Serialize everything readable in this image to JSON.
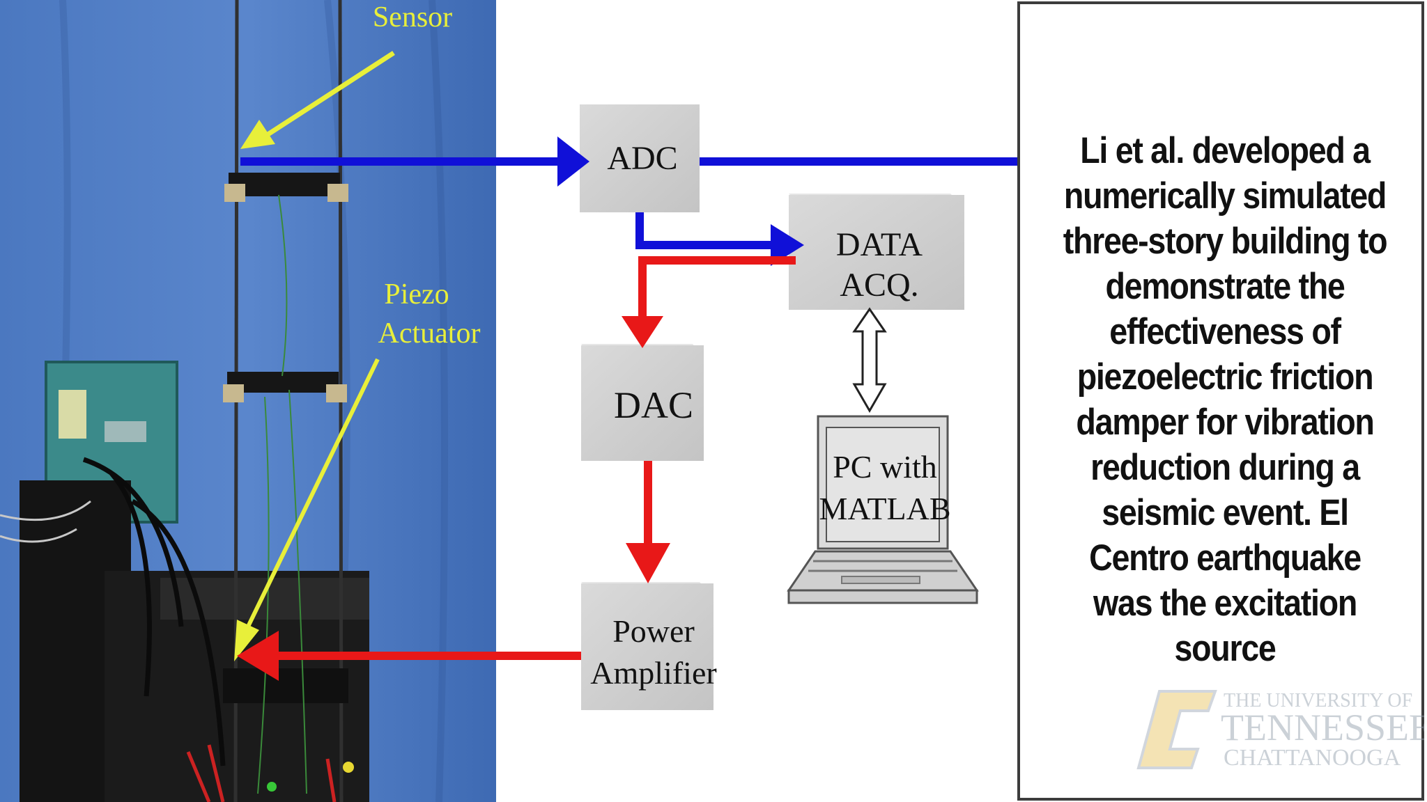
{
  "photo": {
    "labels": {
      "sensor": "Sensor",
      "piezo_line1": "Piezo",
      "piezo_line2": "Actuator"
    }
  },
  "diagram": {
    "boxes": {
      "adc": [
        "ADC"
      ],
      "data_acq": [
        "DATA",
        "ACQ."
      ],
      "dac": [
        "DAC"
      ],
      "power_amp": [
        "Power",
        "Amplifier"
      ],
      "pc": [
        "PC with",
        "MATLAB"
      ]
    },
    "colors": {
      "signal_in": "#1010d8",
      "signal_out": "#e81818",
      "box_fill": "#cfcfcf",
      "label": "#e8ef3a"
    }
  },
  "panel": {
    "description_lines": [
      "Li et al. developed a",
      "numerically simulated",
      "three-story building to",
      "demonstrate the",
      "effectiveness of",
      "piezoelectric friction",
      "damper for vibration",
      "reduction during a",
      "seismic event. El",
      "Centro earthquake",
      "was the excitation",
      "source"
    ],
    "logo": {
      "line1": "THE UNIVERSITY OF",
      "line2": "TENNESSEE",
      "line3": "CHATTANOOGA"
    }
  }
}
